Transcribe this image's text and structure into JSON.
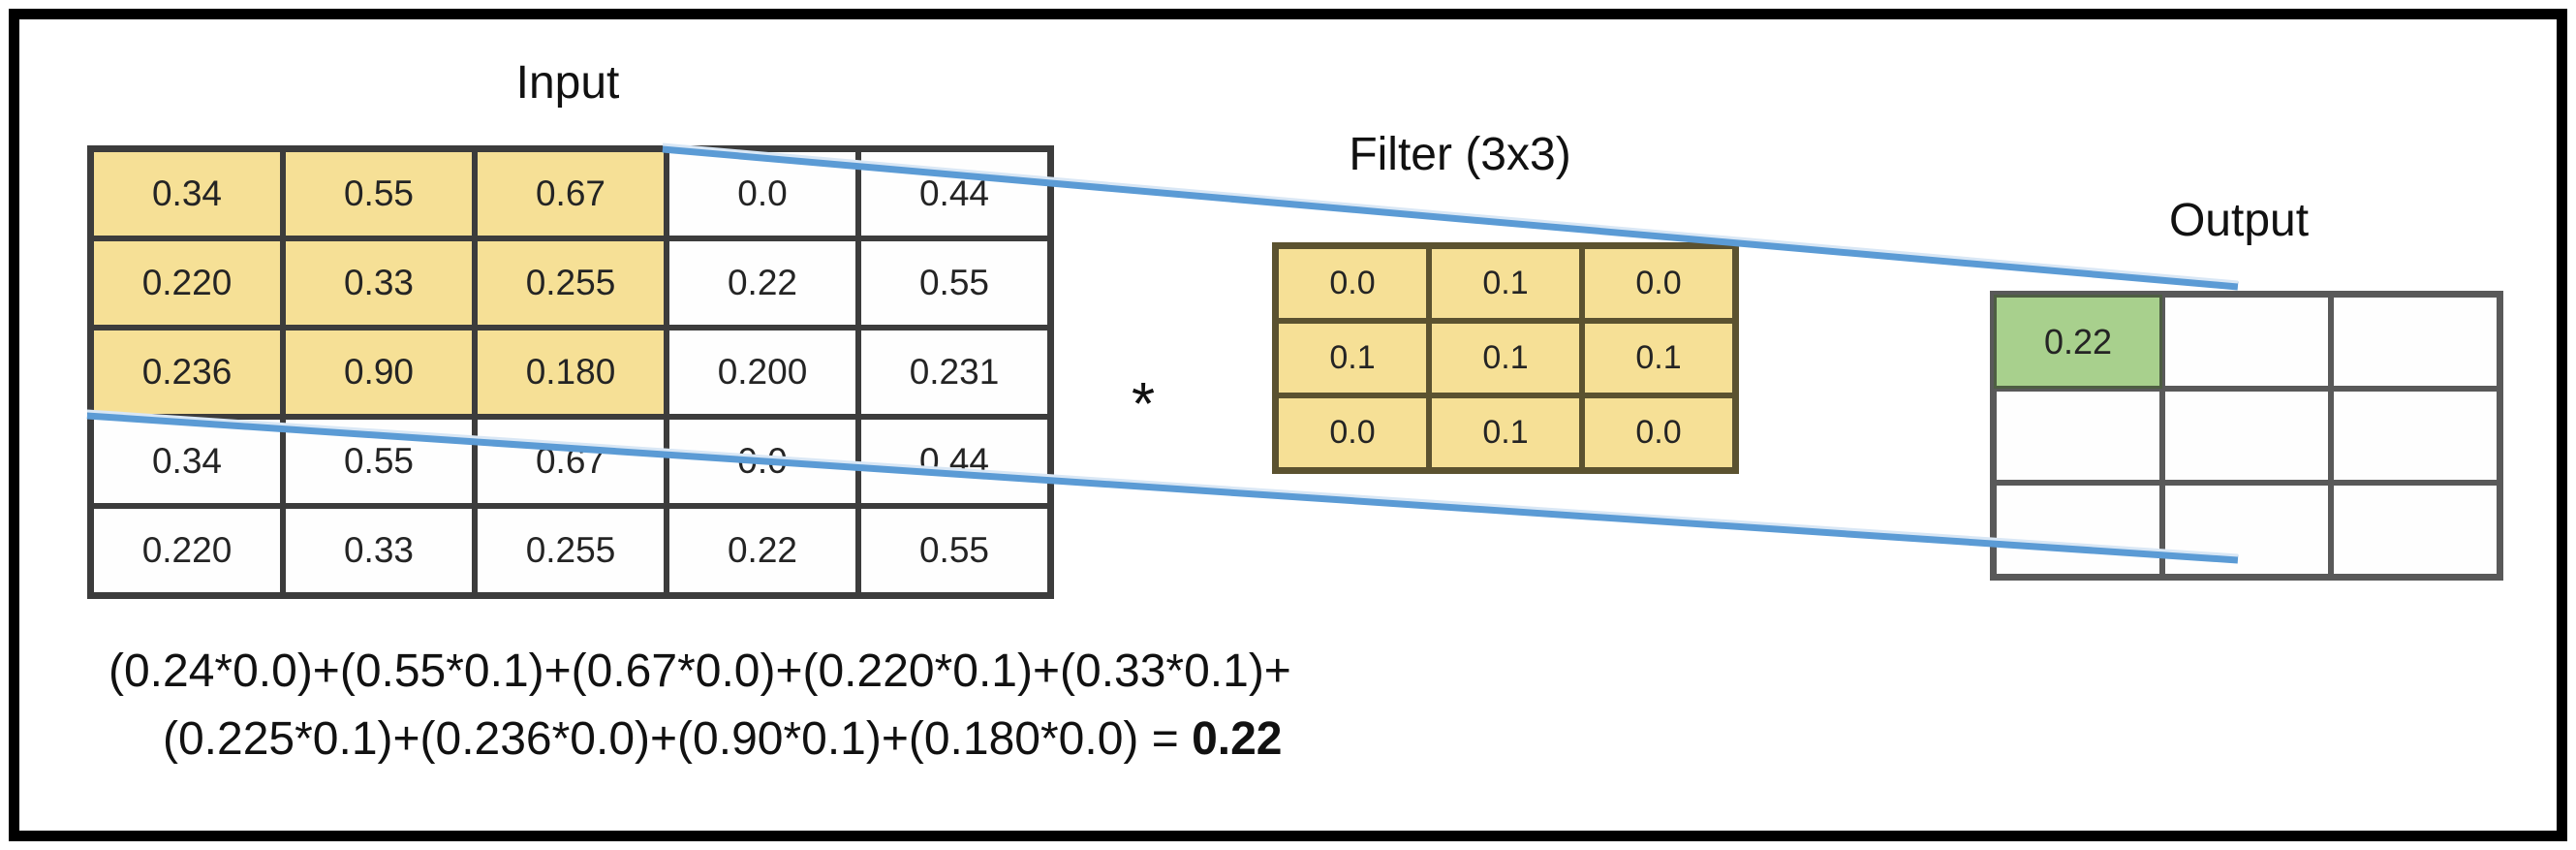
{
  "diagram": {
    "input": {
      "label": "Input",
      "rows": [
        [
          "0.34",
          "0.55",
          "0.67",
          "0.0",
          "0.44"
        ],
        [
          "0.220",
          "0.33",
          "0.255",
          "0.22",
          "0.55"
        ],
        [
          "0.236",
          "0.90",
          "0.180",
          "0.200",
          "0.231"
        ],
        [
          "0.34",
          "0.55",
          "0.67",
          "0.0",
          "0.44"
        ],
        [
          "0.220",
          "0.33",
          "0.255",
          "0.22",
          "0.55"
        ]
      ],
      "highlight_rows": 3,
      "highlight_cols": 3
    },
    "operator": "*",
    "filter": {
      "label": "Filter (3x3)",
      "rows": [
        [
          "0.0",
          "0.1",
          "0.0"
        ],
        [
          "0.1",
          "0.1",
          "0.1"
        ],
        [
          "0.0",
          "0.1",
          "0.0"
        ]
      ]
    },
    "output": {
      "label": "Output",
      "rows": [
        [
          "0.22",
          "",
          ""
        ],
        [
          "",
          "",
          ""
        ],
        [
          "",
          "",
          ""
        ]
      ],
      "highlight_cell": [
        0,
        0
      ]
    },
    "formula": {
      "line1": "(0.24*0.0)+(0.55*0.1)+(0.67*0.0)+(0.220*0.1)+(0.33*0.1)+",
      "line2_prefix": "(0.225*0.1)+(0.236*0.0)+(0.90*0.1)+(0.180*0.0) = ",
      "result": "0.22"
    }
  },
  "colors": {
    "highlight_yellow": "#f6e096",
    "output_green": "#a8d08d",
    "connector_blue": "#5b9bd5",
    "connector_blue_light": "#d9e7f5"
  }
}
